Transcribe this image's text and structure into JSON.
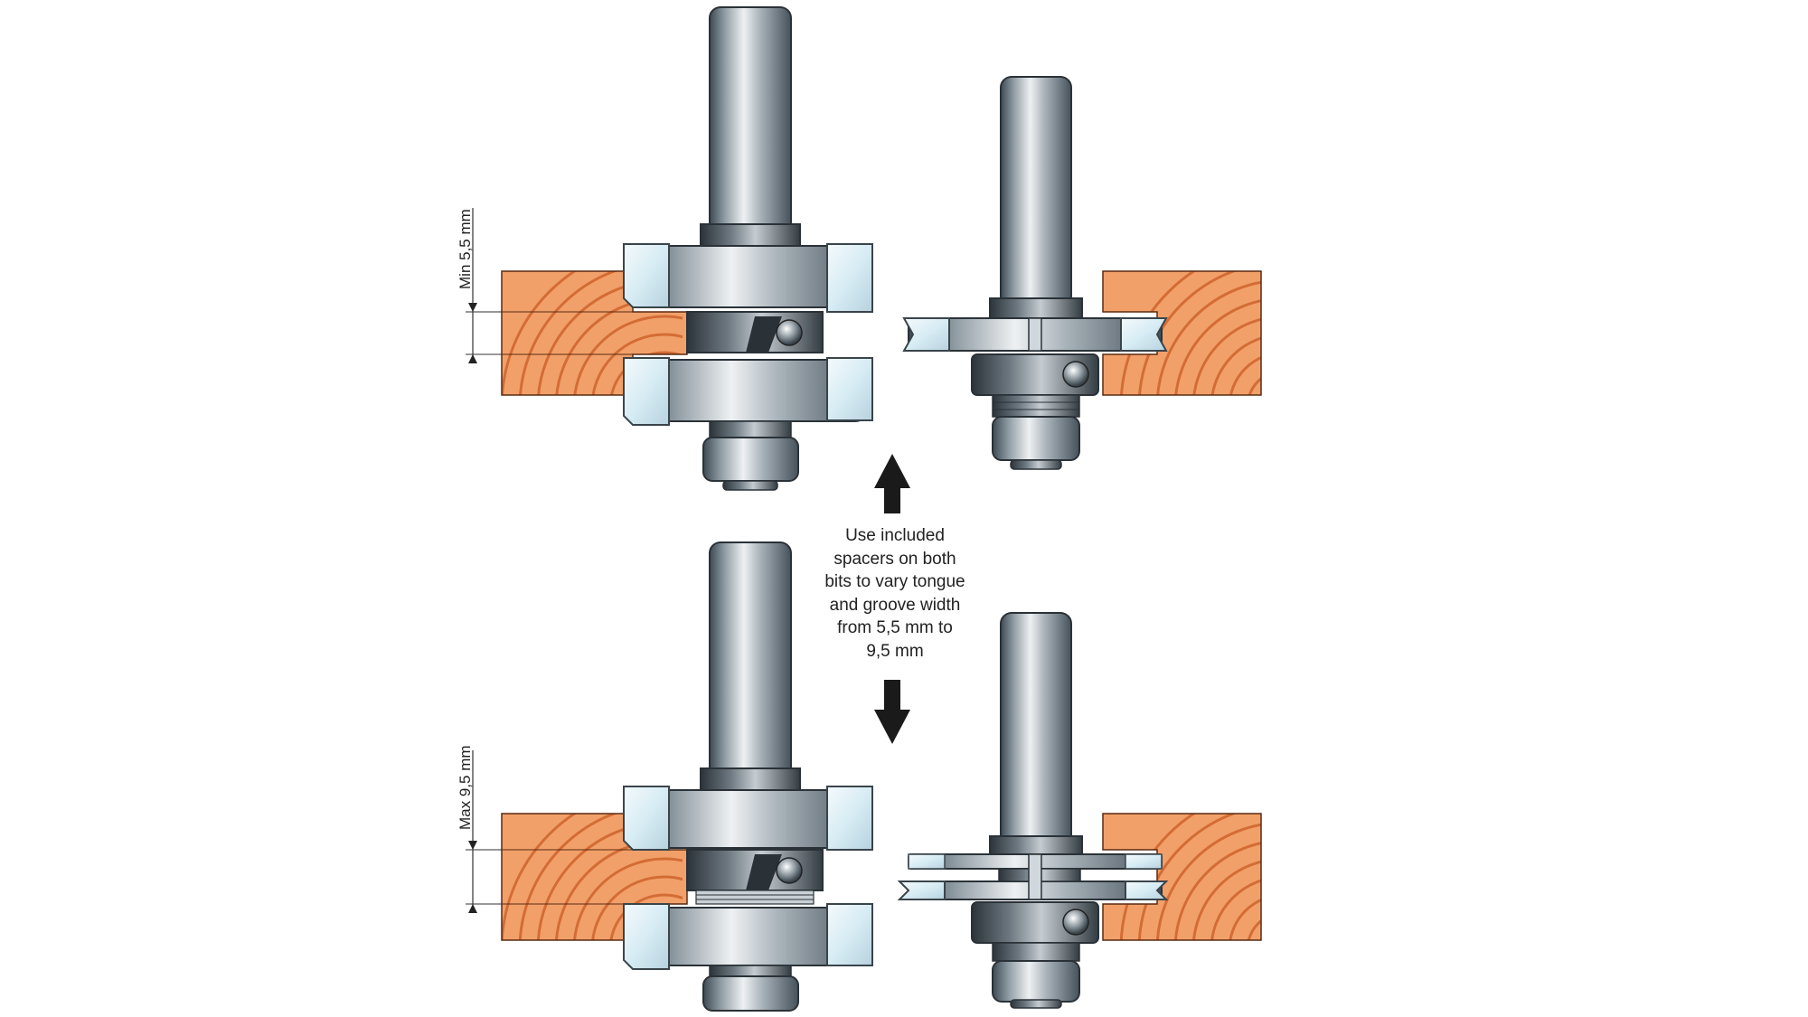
{
  "caption_lines": [
    "Use included",
    "spacers on both",
    "bits to vary tongue",
    "and groove width",
    "from 5,5 mm to",
    "9,5 mm"
  ],
  "dimensions": {
    "min_label": "Min 5,5 mm",
    "max_label": "Max 9,5 mm"
  },
  "icons": [
    "arrow-up-icon",
    "arrow-down-icon"
  ],
  "colors": {
    "wood_light": "#f2a06a",
    "wood_dark": "#c85a22",
    "steel_light": "#eef1f3",
    "steel_dark": "#3e4a53",
    "carbide": "#d7ecf4",
    "arrow": "#1a1a1a"
  }
}
